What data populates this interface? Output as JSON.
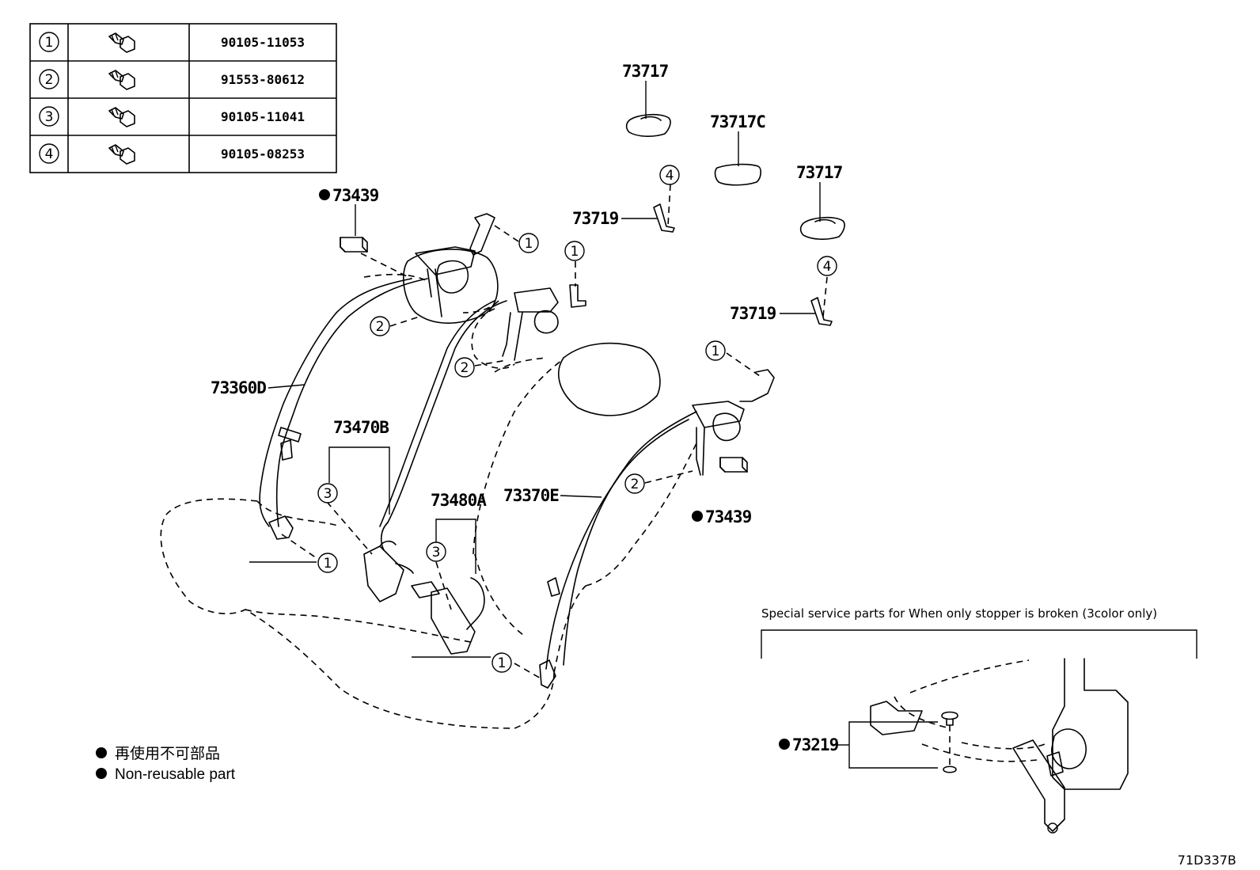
{
  "fastener_table": {
    "rows": [
      {
        "ref": "1",
        "part_no": "90105-11053",
        "icon": "bolt-icon"
      },
      {
        "ref": "2",
        "part_no": "91553-80612",
        "icon": "bolt-icon"
      },
      {
        "ref": "3",
        "part_no": "90105-11041",
        "icon": "bolt-icon"
      },
      {
        "ref": "4",
        "part_no": "90105-08253",
        "icon": "bolt-icon"
      }
    ]
  },
  "labels": {
    "cover_left": "73717",
    "cover_center": "73717C",
    "cover_right": "73717",
    "guide_left": "73719",
    "guide_right": "73719",
    "bezel_left": "73439",
    "bezel_right": "73439",
    "belt_left": "73360D",
    "belt_right": "73370E",
    "buckle_left": "73470B",
    "buckle_center": "73480A",
    "stopper": "73219"
  },
  "callouts": {
    "one": "1",
    "two": "2",
    "three": "3",
    "four": "4"
  },
  "legend": {
    "line_jp": "再使用不可部品",
    "line_en": "Non-reusable part"
  },
  "special_note": "Special service parts for When only stopper is broken (3color only)",
  "diagram_code": "71D337B"
}
